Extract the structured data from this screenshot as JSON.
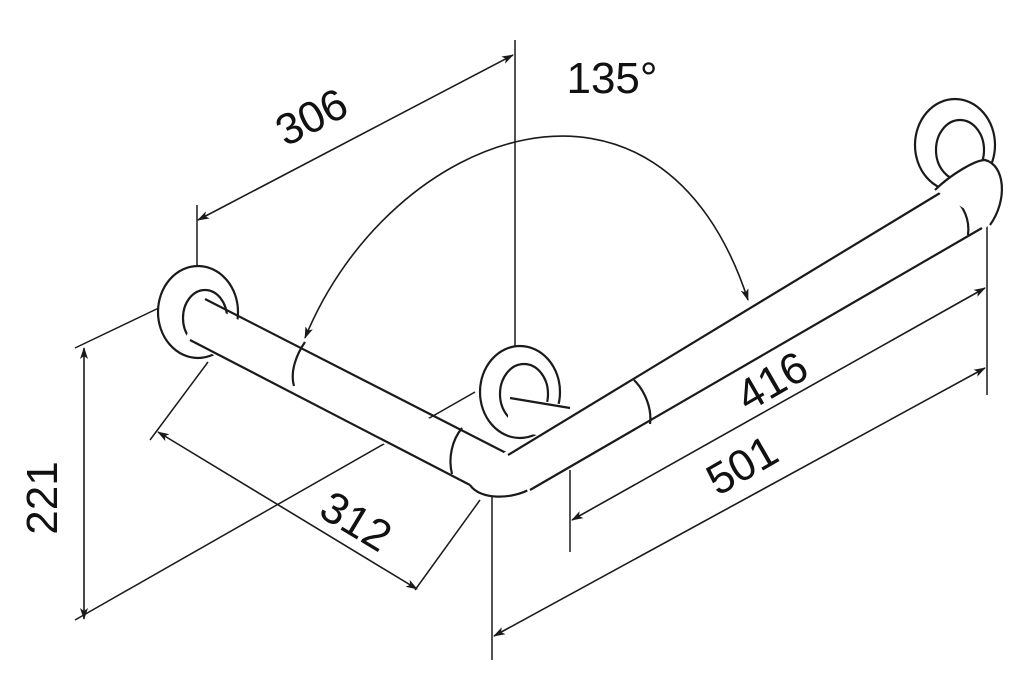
{
  "drawing": {
    "angle_label": "135°",
    "dimensions": {
      "top_left_length": "306",
      "front_left_length": "312",
      "height": "221",
      "right_inner_length": "416",
      "right_overall_length": "501"
    }
  },
  "colors": {
    "line": "#1a1a1a",
    "bar": "#ffffff",
    "background": "#ffffff"
  }
}
